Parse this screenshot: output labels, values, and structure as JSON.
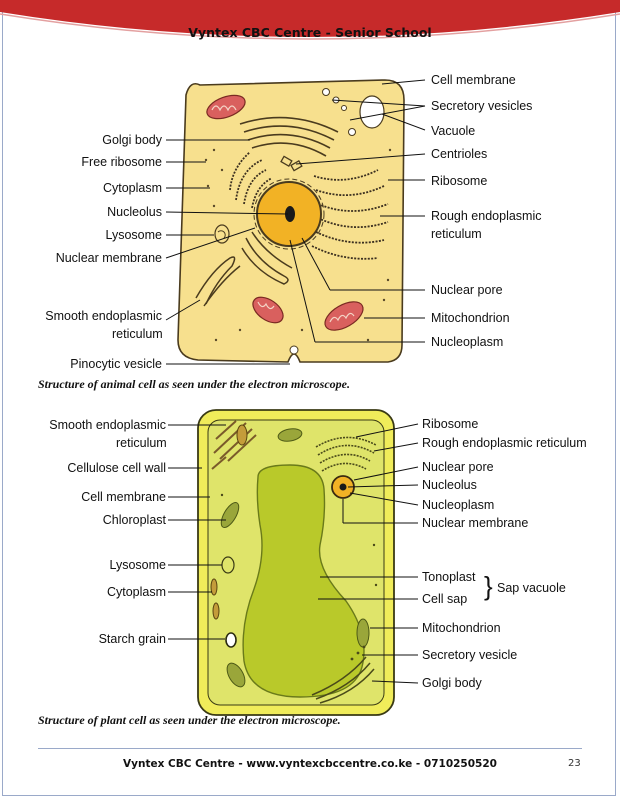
{
  "header": {
    "title": "Vyntex CBC Centre - Senior School"
  },
  "animal_cell": {
    "labels_left": [
      "Golgi body",
      "Free ribosome",
      "Cytoplasm",
      "Nucleolus",
      "Lysosome",
      "Nuclear membrane",
      "Smooth endoplasmic",
      "reticulum",
      "Pinocytic vesicle"
    ],
    "labels_right": [
      "Cell membrane",
      "Secretory vesicles",
      "Vacuole",
      "Centrioles",
      "Ribosome",
      "Rough endoplasmic",
      "reticulum",
      "Nuclear pore",
      "Mitochondrion",
      "Nucleoplasm"
    ],
    "caption": "Structure of animal cell as seen under the electron microscope.",
    "colors": {
      "cytoplasm": "#f7e08e",
      "outline": "#4a3b1e",
      "nucleus": "#f2b225",
      "mitochondrion": "#d9605e"
    }
  },
  "plant_cell": {
    "labels_left": [
      "Smooth endoplasmic",
      "reticulum",
      "Cellulose cell wall",
      "Cell membrane",
      "Chloroplast",
      "Lysosome",
      "Cytoplasm",
      "Starch grain"
    ],
    "labels_right": [
      "Ribosome",
      "Rough endoplasmic reticulum",
      "Nuclear pore",
      "Nucleolus",
      "Nucleoplasm",
      "Nuclear membrane",
      "Tonoplast",
      "Sap vacuole",
      "Cell sap",
      "Mitochondrion",
      "Secretory vesicle",
      "Golgi body"
    ],
    "caption": "Structure of plant cell as seen under the electron microscope.",
    "colors": {
      "cell_wall": "#f0ec5a",
      "cytoplasm": "#dfe46a",
      "vacuole": "#b9c92a",
      "chloroplast": "#9aa63a"
    }
  },
  "footer": {
    "text": "Vyntex CBC Centre - www.vyntexcbccentre.co.ke - 0710250520",
    "page_number": "23"
  }
}
